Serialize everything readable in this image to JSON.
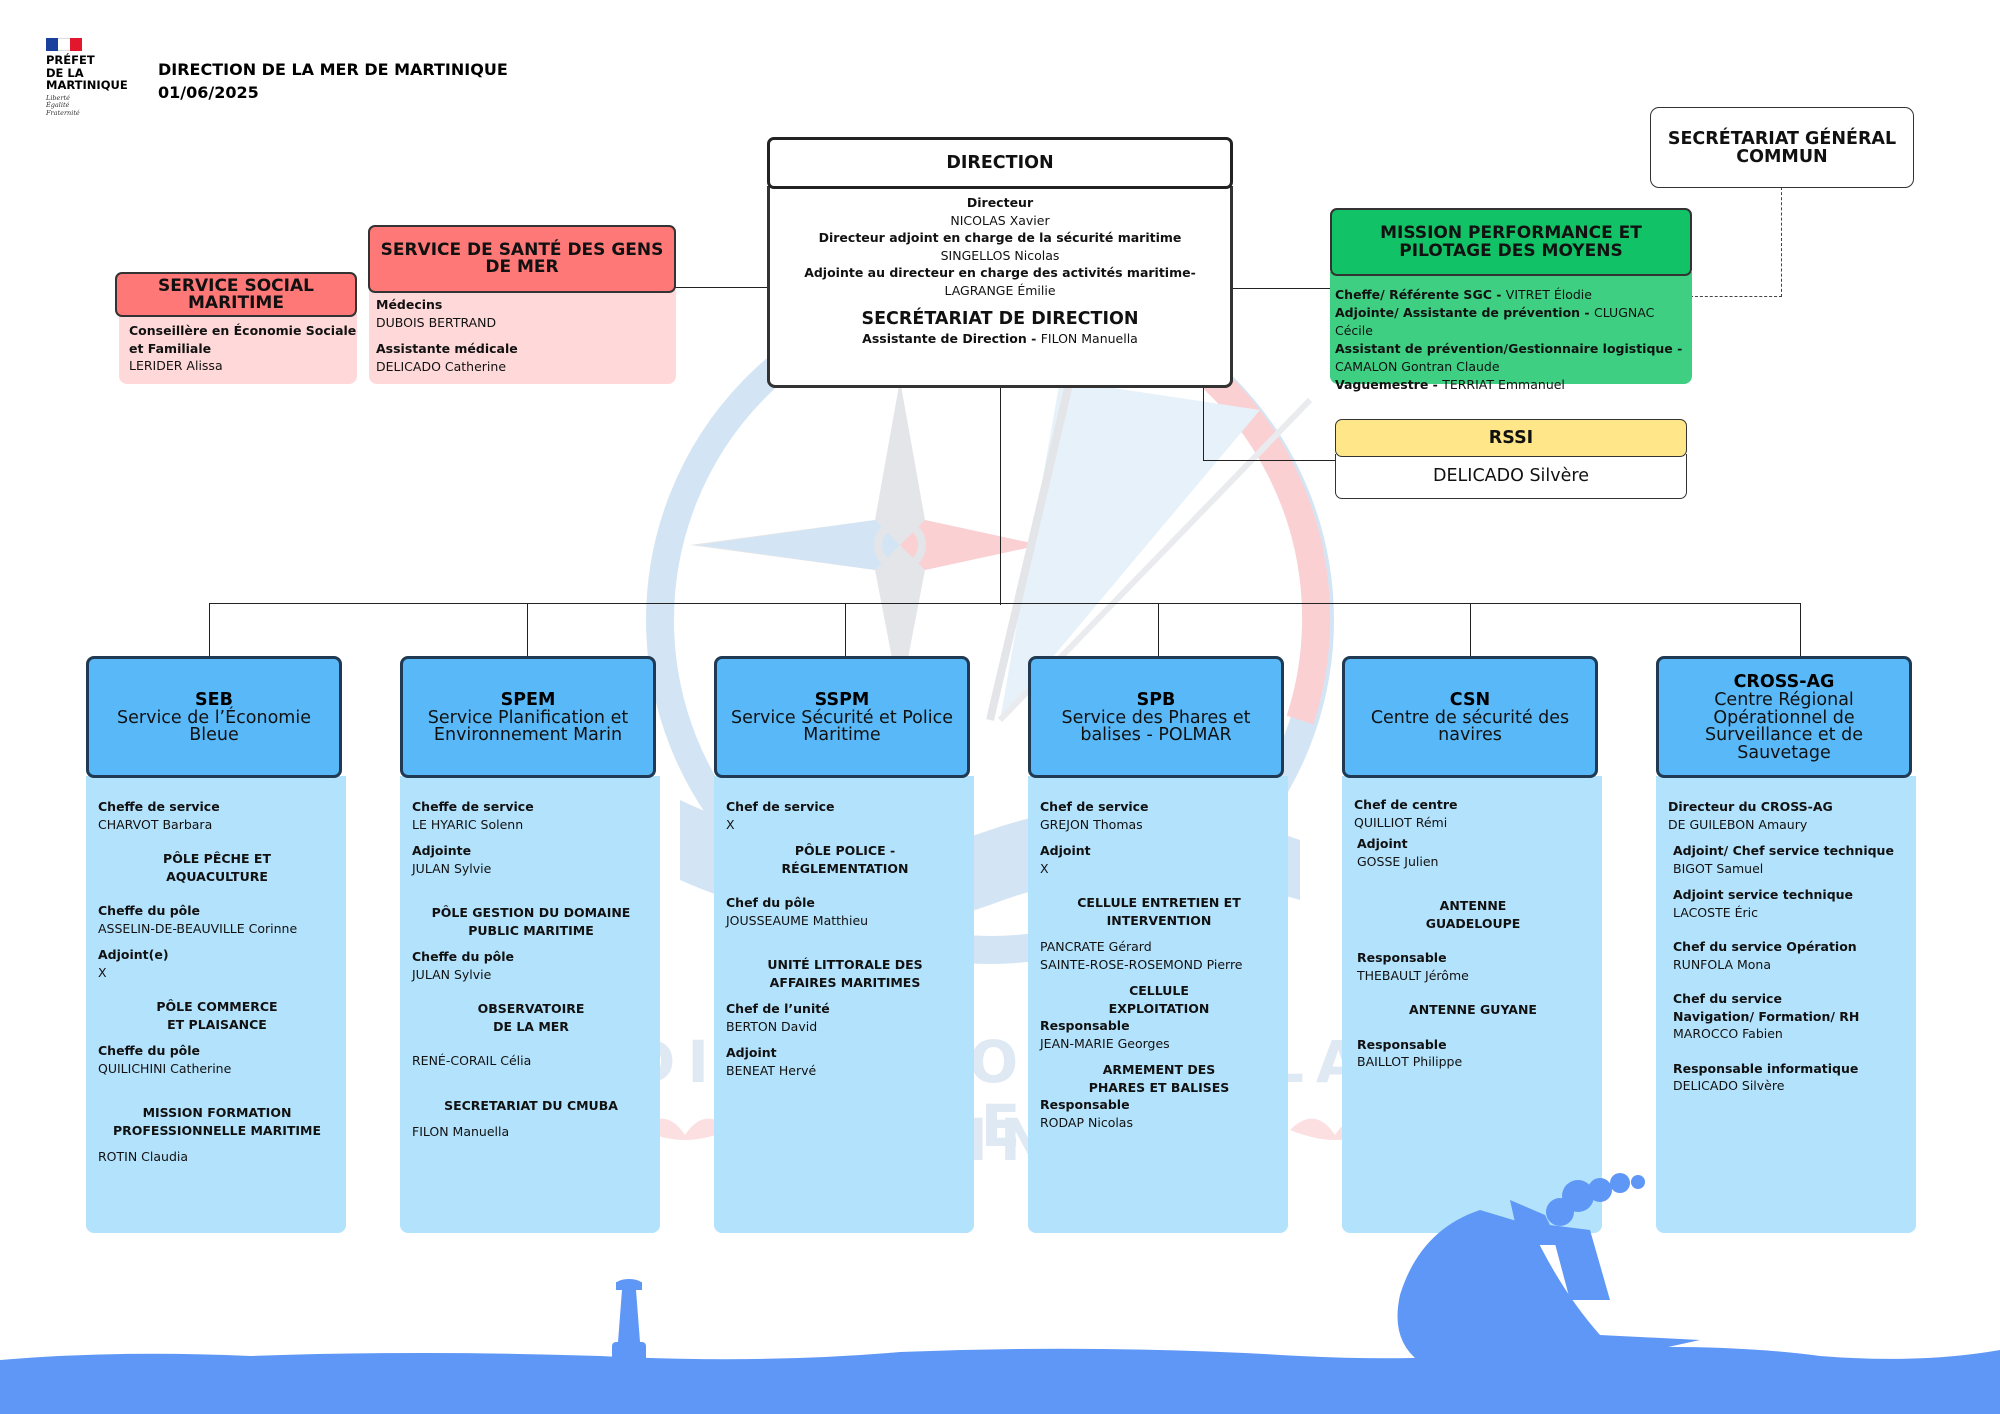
{
  "colors": {
    "blue_head": "#58b8f8",
    "blue_body": "#b3e2fc",
    "red_head": "#ff7878",
    "red_body": "#ffd9d9",
    "green_head": "#12c266",
    "green_body": "#3ecf83",
    "yellow_head": "#ffe688",
    "sea": "#5f97f7"
  },
  "logo": {
    "name_1": "PRÉFET",
    "name_2": "DE LA",
    "name_3": "MARTINIQUE",
    "motto_1": "Liberté",
    "motto_2": "Égalité",
    "motto_3": "Fraternité"
  },
  "header": {
    "title": "DIRECTION DE LA MER DE MARTINIQUE",
    "date": "01/06/2025"
  },
  "watermark": {
    "line_1": "DIRECTION DE LA MER",
    "line_2": "MARTINIQUE"
  },
  "direction": {
    "title": "DIRECTION",
    "l1": "Directeur",
    "l2": "NICOLAS Xavier",
    "l3": "Directeur adjoint en charge de la sécurité maritime",
    "l4": "SINGELLOS Nicolas",
    "l5": "Adjointe au directeur en charge des activités maritime-",
    "l6": "LAGRANGE Émilie",
    "sec_title": "SECRÉTARIAT DE DIRECTION",
    "sec_role": "Assistante de Direction - ",
    "sec_name": "FILON Manuella"
  },
  "sgc": {
    "title_1": "SECRÉTARIAT GÉNÉRAL",
    "title_2": "COMMUN"
  },
  "social": {
    "title_1": "SERVICE SOCIAL",
    "title_2": "MARITIME",
    "role_1": "Conseillère en Économie Sociale",
    "role_2": "et Familiale",
    "name": "LERIDER Alissa"
  },
  "sante": {
    "title_1": "SERVICE DE SANTÉ DES GENS",
    "title_2": "DE MER",
    "r1": "Médecins",
    "n1": "DUBOIS BERTRAND",
    "r2": "Assistante médicale",
    "n2": "DELICADO Catherine"
  },
  "mission": {
    "title_1": "MISSION PERFORMANCE ET",
    "title_2": "PILOTAGE DES MOYENS",
    "r1": "Cheffe/ Référente SGC - ",
    "n1": "VITRET Élodie",
    "r2": "Adjointe/ Assistante de prévention - ",
    "n2": "CLUGNAC Cécile",
    "r3": "Assistant de prévention/Gestionnaire logistique -",
    "n3": "CAMALON Gontran Claude",
    "r4": "Vaguemestre - ",
    "n4": "TERRIAT Emmanuel"
  },
  "rssi": {
    "title": "RSSI",
    "name": "DELICADO Silvère"
  },
  "seb": {
    "code": "SEB",
    "full_1": "Service de l’Économie",
    "full_2": "Bleue",
    "r1": "Cheffe de service",
    "n1": "CHARVOT Barbara",
    "p1_1": "PÔLE PÊCHE ET",
    "p1_2": "AQUACULTURE",
    "r2": "Cheffe du pôle",
    "n2": "ASSELIN-DE-BEAUVILLE Corinne",
    "r3": "Adjoint(e)",
    "n3": "X",
    "p2_1": "PÔLE COMMERCE",
    "p2_2": "ET PLAISANCE",
    "r4": "Cheffe du pôle",
    "n4": "QUILICHINI Catherine",
    "p3_1": "MISSION FORMATION",
    "p3_2": "PROFESSIONNELLE MARITIME",
    "n5": "ROTIN Claudia"
  },
  "spem": {
    "code": "SPEM",
    "full_1": "Service Planification et",
    "full_2": "Environnement Marin",
    "r1": "Cheffe de service",
    "n1": "LE HYARIC Solenn",
    "r2": "Adjointe",
    "n2": "JULAN Sylvie",
    "p1_1": "PÔLE GESTION DU DOMAINE",
    "p1_2": "PUBLIC MARITIME",
    "r3": "Cheffe du pôle",
    "n3": "JULAN Sylvie",
    "p2_1": "OBSERVATOIRE",
    "p2_2": "DE LA MER",
    "n4": "RENÉ-CORAIL Célia",
    "p3": "SECRETARIAT DU CMUBA",
    "n5": "FILON Manuella"
  },
  "sspm": {
    "code": "SSPM",
    "full_1": "Service Sécurité et Police",
    "full_2": "Maritime",
    "r1": "Chef de service",
    "n1": "X",
    "p1_1": "PÔLE POLICE -",
    "p1_2": "RÉGLEMENTATION",
    "r2": "Chef du pôle",
    "n2": "JOUSSEAUME Matthieu",
    "p2_1": "UNITÉ LITTORALE DES",
    "p2_2": "AFFAIRES MARITIMES",
    "r3": "Chef de l’unité",
    "n3": "BERTON David",
    "r4": "Adjoint",
    "n4": "BENEAT Hervé"
  },
  "spb": {
    "code": "SPB",
    "full_1": "Service des Phares et",
    "full_2": "balises - POLMAR",
    "r1": "Chef de service",
    "n1": "GREJON Thomas",
    "r2": "Adjoint",
    "n2": "X",
    "p1_1": "CELLULE ENTRETIEN ET",
    "p1_2": "INTERVENTION",
    "n3": "PANCRATE Gérard",
    "n4": "SAINTE-ROSE-ROSEMOND Pierre",
    "p2_1": "CELLULE",
    "p2_2": "EXPLOITATION",
    "r5": "Responsable",
    "n5": "JEAN-MARIE Georges",
    "p3_1": "ARMEMENT DES",
    "p3_2": "PHARES ET BALISES",
    "r6": "Responsable",
    "n6": "RODAP Nicolas"
  },
  "csn": {
    "code": "CSN",
    "full_1": "Centre de sécurité des",
    "full_2": "navires",
    "r1": "Chef de centre",
    "n1": "QUILLIOT Rémi",
    "r2": "Adjoint",
    "n2": "GOSSE Julien",
    "p1_1": "ANTENNE",
    "p1_2": "GUADELOUPE",
    "r3": "Responsable",
    "n3": "THEBAULT Jérôme",
    "p2": "ANTENNE GUYANE",
    "r4": "Responsable",
    "n4": "BAILLOT Philippe"
  },
  "cross": {
    "code": "CROSS-AG",
    "full_1": "Centre Régional",
    "full_2": "Opérationnel de",
    "full_3": "Surveillance et de",
    "full_4": "Sauvetage",
    "r1": "Directeur du CROSS-AG",
    "n1": "DE GUILEBON Amaury",
    "r2": "Adjoint/ Chef service technique",
    "n2": "BIGOT Samuel",
    "r3": "Adjoint service technique",
    "n3": "LACOSTE Éric",
    "r4": "Chef du service Opération",
    "n4": "RUNFOLA Mona",
    "r5_a": "Chef  du  service",
    "r5_b": "Navigation/ Formation/ RH",
    "n5": "MAROCCO Fabien",
    "r6": "Responsable informatique",
    "n6": "DELICADO Silvère"
  }
}
